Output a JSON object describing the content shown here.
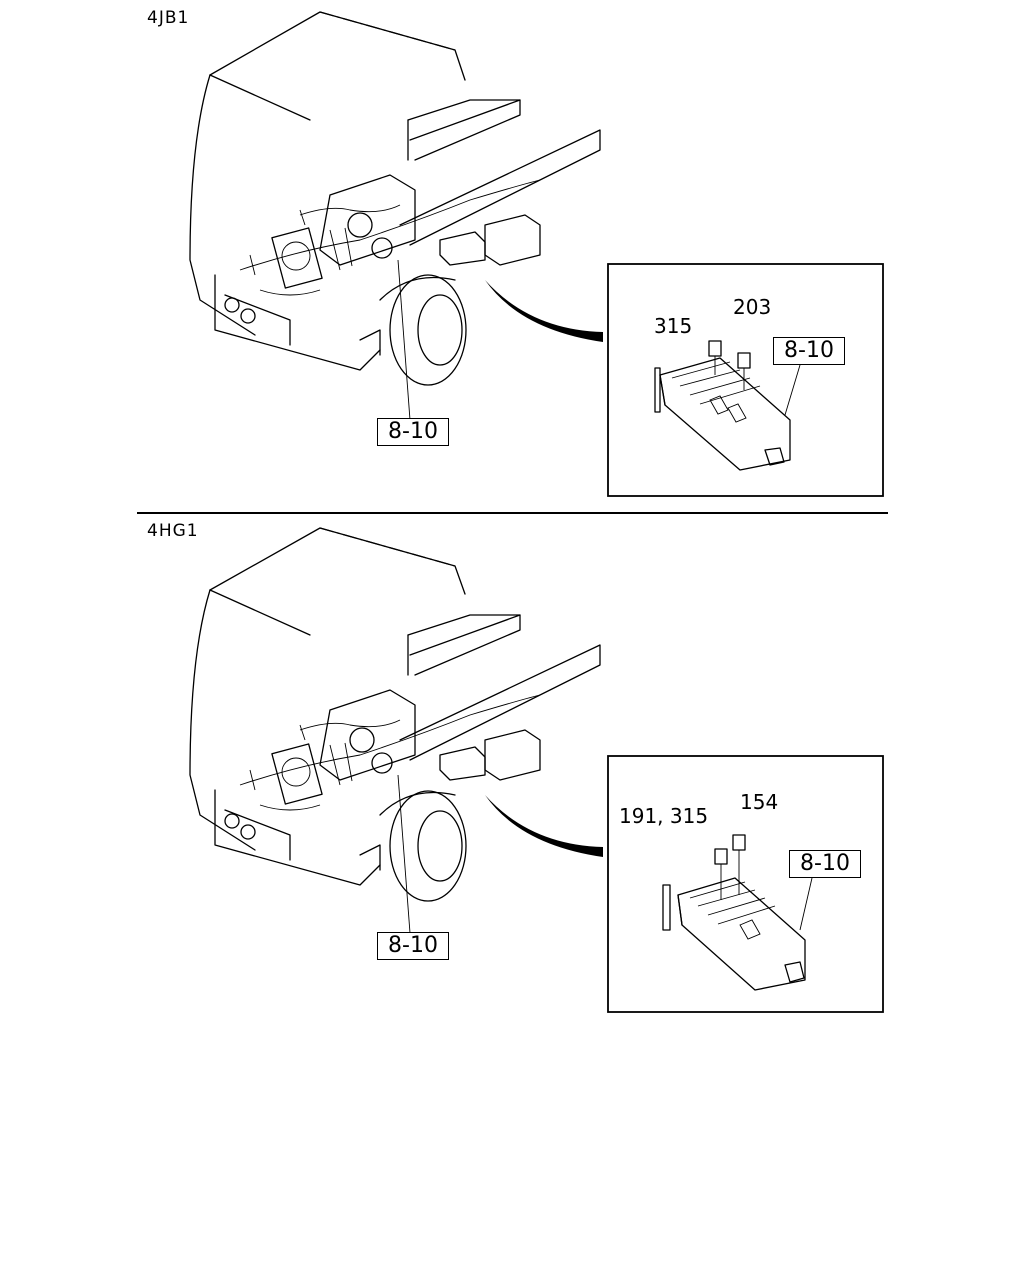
{
  "sections": [
    {
      "engine": "4JB1",
      "main_callout": "8-10",
      "detail": {
        "callout": "8-10",
        "parts": [
          "315",
          "203"
        ]
      }
    },
    {
      "engine": "4HG1",
      "main_callout": "8-10",
      "detail": {
        "callout": "8-10",
        "parts": [
          "191, 315",
          "154"
        ]
      }
    }
  ]
}
